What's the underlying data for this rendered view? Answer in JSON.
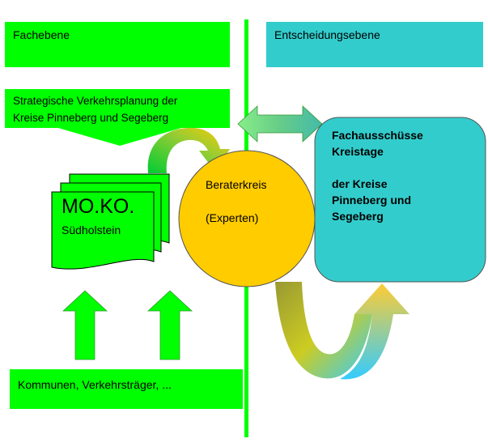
{
  "fach_label": "Fachebene",
  "entscheidung_label": "Entscheidungsebene",
  "strategisch_label": "Strategische Verkehrsplanung der\nKreise Pinneberg und Segeberg",
  "moko_title": "MO.KO.",
  "moko_subtitle": "Südholstein",
  "berater_title": "Beraterkreis",
  "berater_sub": "(Experten)",
  "fachausschuesse_label": "Fachausschüsse\nKreistage\n\nder Kreise\nPinneberg und\nSegeberg",
  "kommunen_label": "Kommunen, Verkehrsträger, ...",
  "colors": {
    "green": "#00ff00",
    "teal": "#33cccc",
    "orange": "#ffcc00",
    "olive": "#999933",
    "light_blue": "#33ccff"
  }
}
